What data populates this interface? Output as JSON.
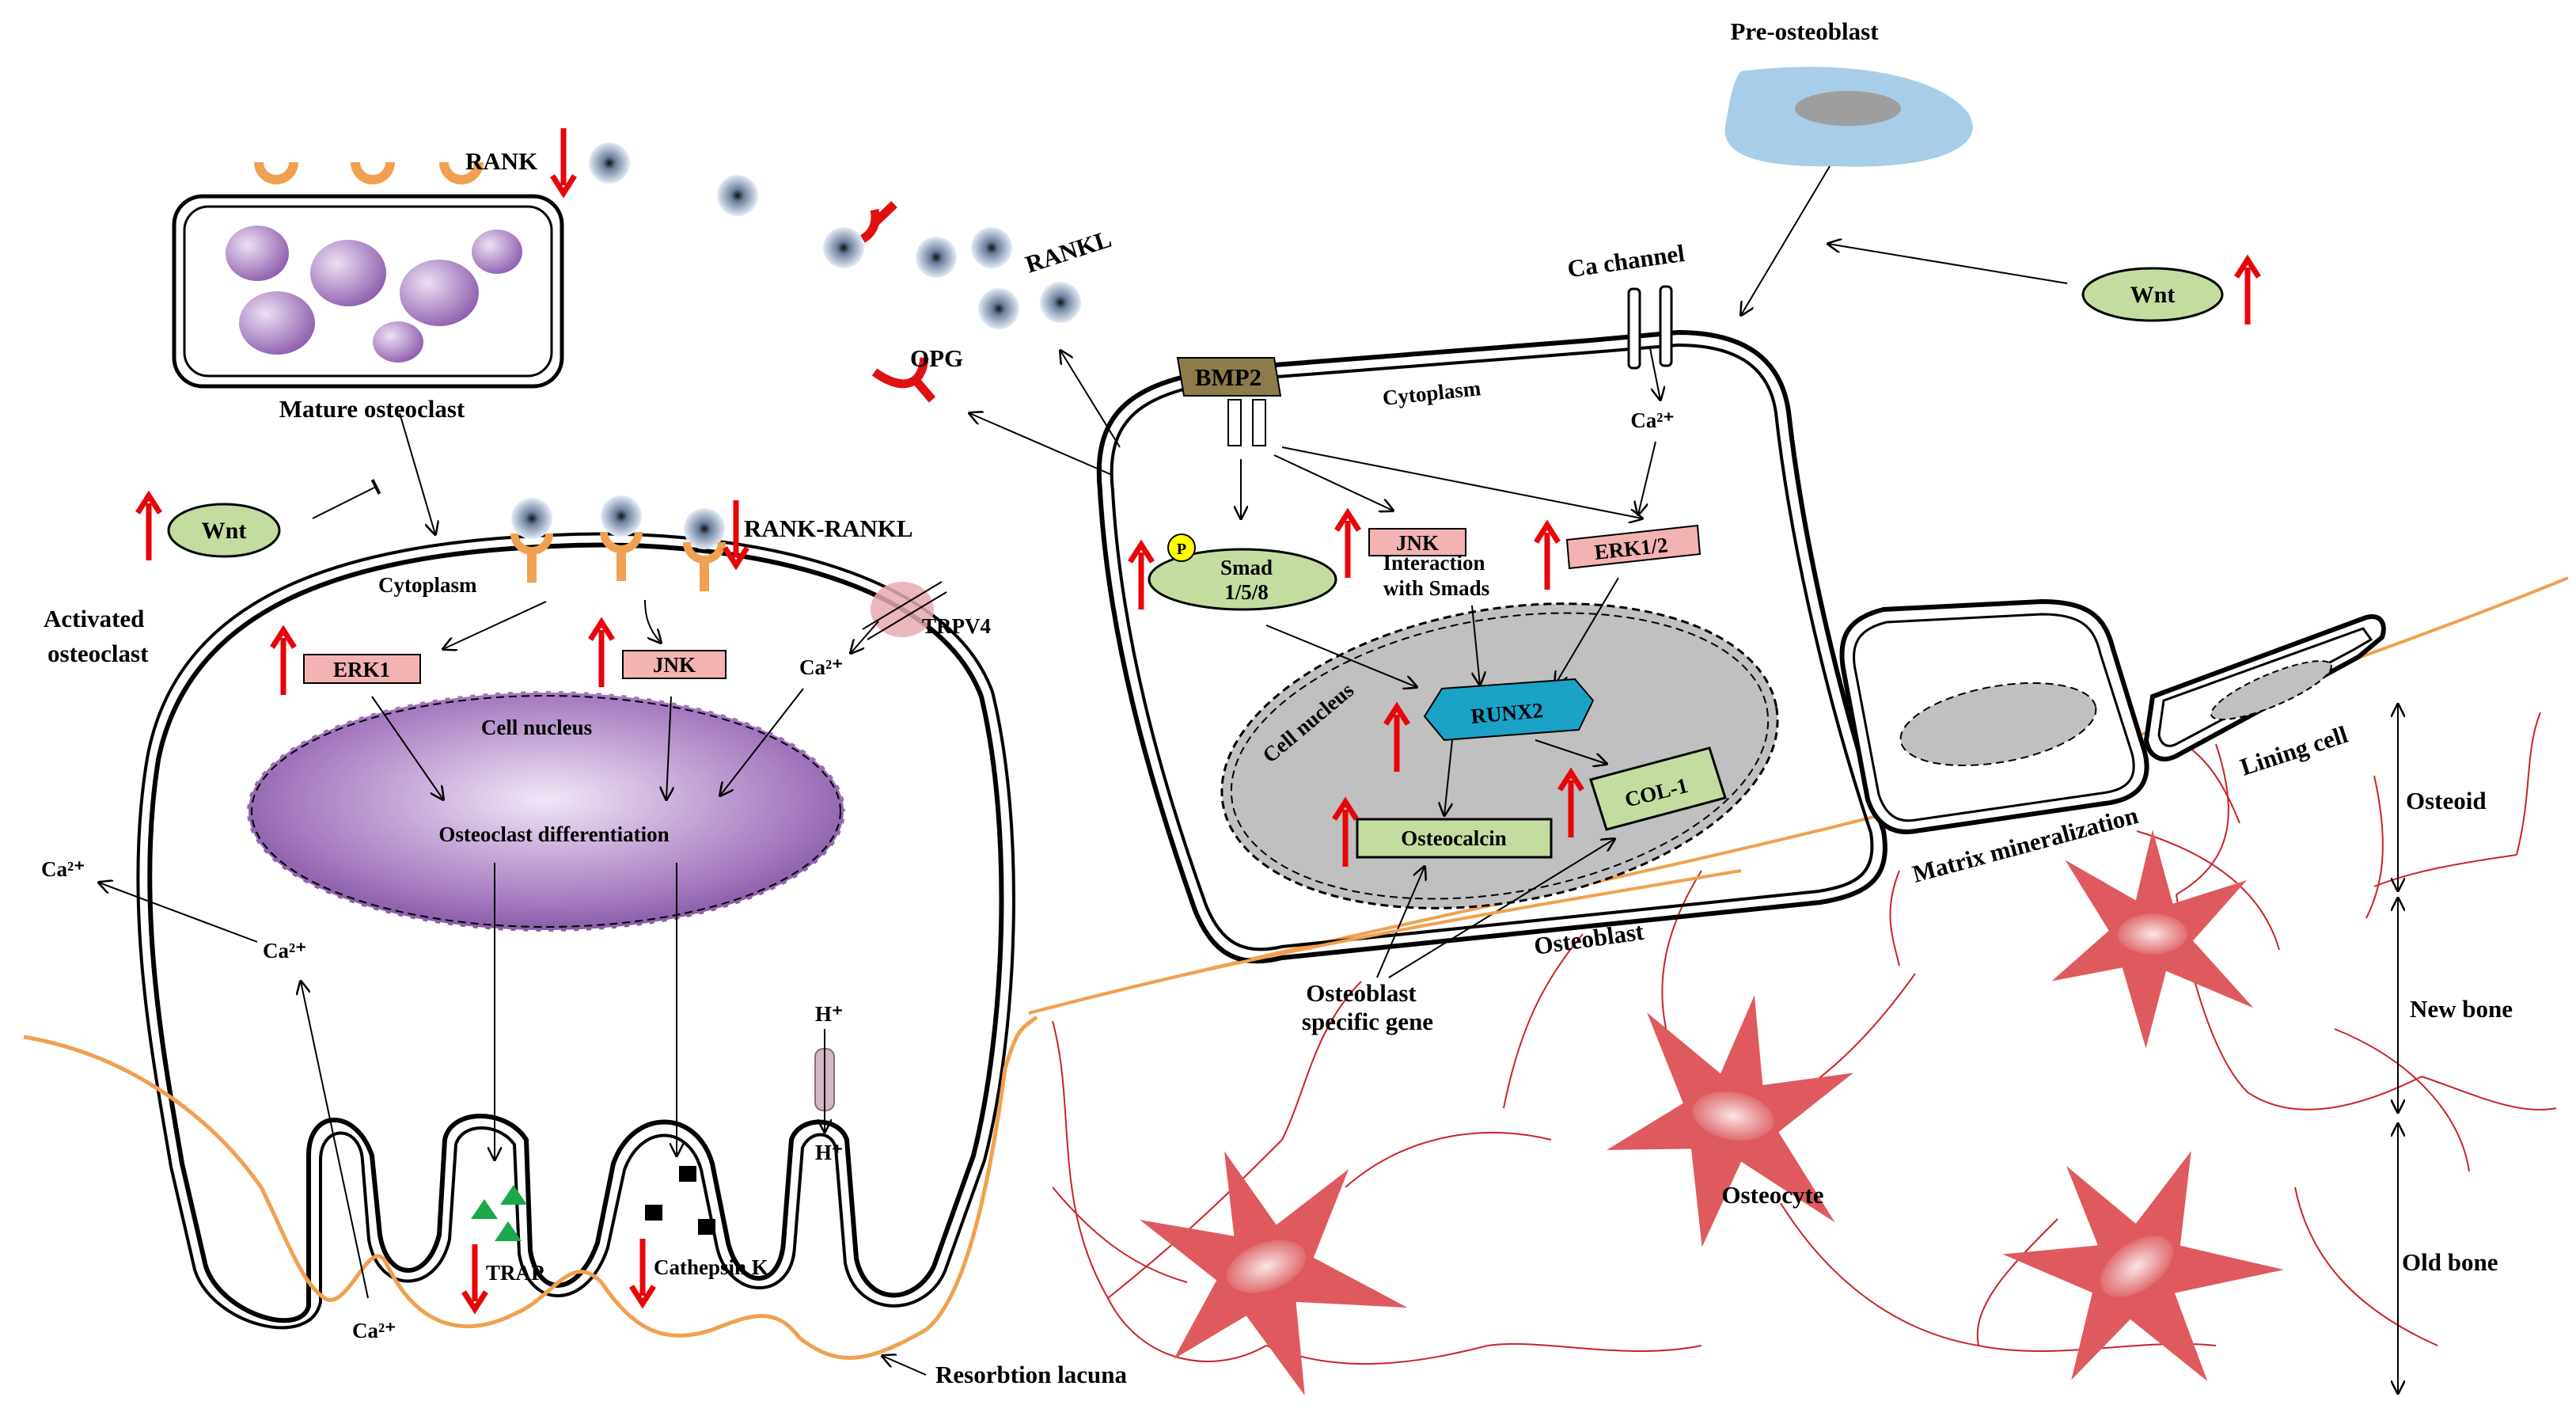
{
  "labels": {
    "pre_osteoblast": "Pre-osteoblast",
    "rank": "RANK",
    "rankl": "RANKL",
    "opg": "OPG",
    "mature_osteoclast": "Mature osteoclast",
    "wnt_left": "Wnt",
    "rank_rankl": "RANK-RANKL",
    "cytoplasm_left": "Cytoplasm",
    "activated_osteoclast_1": "Activated",
    "activated_osteoclast_2": "osteoclast",
    "erk1": "ERK1",
    "jnk_left": "JNK",
    "trpv4": "TRPV4",
    "ca_trpv4": "Ca²⁺",
    "cell_nucleus_left": "Cell nucleus",
    "osteoclast_differentiation": "Osteoclast differentiation",
    "ca_out_left": "Ca²⁺",
    "ca_in_left": "Ca²⁺",
    "h_top": "H⁺",
    "h_bottom": "H⁺",
    "trap": "TRAP",
    "cathepsin_k": "Cathepsin K",
    "ca_bottom": "Ca²⁺",
    "resorption_lacuna": "Resorbtion lacuna",
    "ca_channel": "Ca channel",
    "bmp2": "BMP2",
    "cytoplasm_right": "Cytoplasm",
    "ca_right": "Ca²⁺",
    "wnt_right": "Wnt",
    "p": "P",
    "smad_1": "Smad",
    "smad_2": "1/5/8",
    "jnk_right": "JNK",
    "interaction_1": "Interaction",
    "interaction_2": "with Smads",
    "erk12": "ERK1/2",
    "cell_nucleus_right": "Cell nucleus",
    "runx2": "RUNX2",
    "col1": "COL-1",
    "osteocalcin": "Osteocalcin",
    "osteoblast": "Osteoblast",
    "osteoblast_gene_1": "Osteoblast",
    "osteoblast_gene_2": "specific gene",
    "matrix_mineralization": "Matrix mineralization",
    "lining_cell": "Lining cell",
    "osteoid": "Osteoid",
    "new_bone": "New bone",
    "old_bone": "Old bone",
    "osteocyte": "Osteocyte"
  },
  "colors": {
    "up_arrow": "#e8050a",
    "down_arrow": "#e8050a",
    "wnt_fill": "#c3dda0",
    "erk_fill": "#f3b3b3",
    "runx2_fill": "#1aa3c6",
    "nucleus_grey": "#c0c0c0",
    "osteoclast_nucleus": "#a77cc1",
    "pre_osteoblast": "#a8cde9",
    "bmp2_fill": "#8d7b4a",
    "bone_surface": "#f0a050",
    "osteocyte": "#de5a5e",
    "canaliculi": "#c8242a",
    "opg": "#e01010",
    "trap": "#1aa84a"
  }
}
